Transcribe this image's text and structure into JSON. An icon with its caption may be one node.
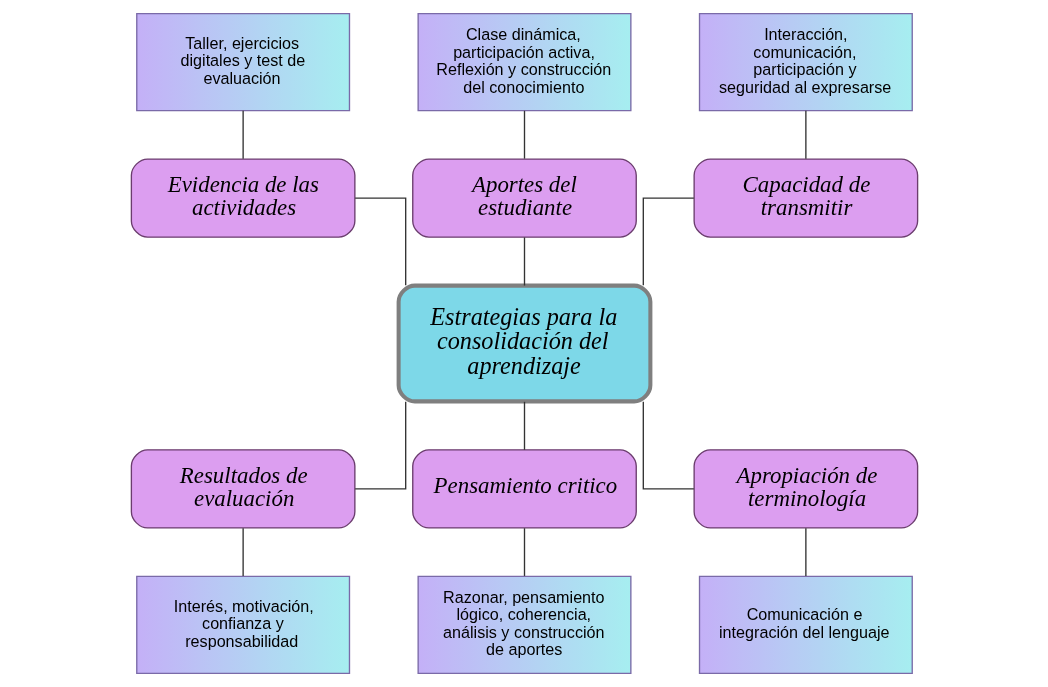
{
  "diagram": {
    "nodes": [
      {
        "text": [
          "Taller, ejercicios digitales y test de evaluación"
        ]
      },
      {
        "text": [
          "Clase dinámica, participación activa, Reflexión y construcción del conocimiento"
        ]
      },
      {
        "text": [
          "Interacción, comunicación, participación y seguridad al expresarse"
        ]
      },
      {
        "text": [
          "Evidencia de las actividades"
        ]
      },
      {
        "text": [
          "Aportes del estudiante"
        ]
      },
      {
        "text": [
          "Capacidad de transmitir"
        ]
      },
      {
        "text": [
          "Estrategias para la consolidación del aprendizaje"
        ]
      },
      {
        "text": [
          "Resultados de evaluación"
        ]
      },
      {
        "text": [
          "Pensamiento critico"
        ]
      },
      {
        "text": [
          "Apropiación de terminología"
        ]
      },
      {
        "text": [
          "Interés, motivación, confianza y responsabilidad"
        ]
      },
      {
        "text": [
          "Razonar, pensamiento lógico, coherencia, análisis y construcción de aportes"
        ]
      },
      {
        "text": [
          "Comunicación e integración del lenguaje"
        ]
      }
    ],
    "edges": [
      {
        "from": 0,
        "to": 3,
        "arrow": "none"
      },
      {
        "from": 1,
        "to": 4,
        "arrow": "none"
      },
      {
        "from": 2,
        "to": 5,
        "arrow": "none"
      },
      {
        "from": 3,
        "to": 6,
        "arrow": "none"
      },
      {
        "from": 4,
        "to": 6,
        "arrow": "none"
      },
      {
        "from": 5,
        "to": 6,
        "arrow": "none"
      },
      {
        "from": 6,
        "to": 7,
        "arrow": "none"
      },
      {
        "from": 6,
        "to": 8,
        "arrow": "none"
      },
      {
        "from": 6,
        "to": 9,
        "arrow": "none"
      },
      {
        "from": 7,
        "to": 10,
        "arrow": "none"
      },
      {
        "from": 8,
        "to": 11,
        "arrow": "none"
      },
      {
        "from": 9,
        "to": 12,
        "arrow": "none"
      }
    ]
  }
}
